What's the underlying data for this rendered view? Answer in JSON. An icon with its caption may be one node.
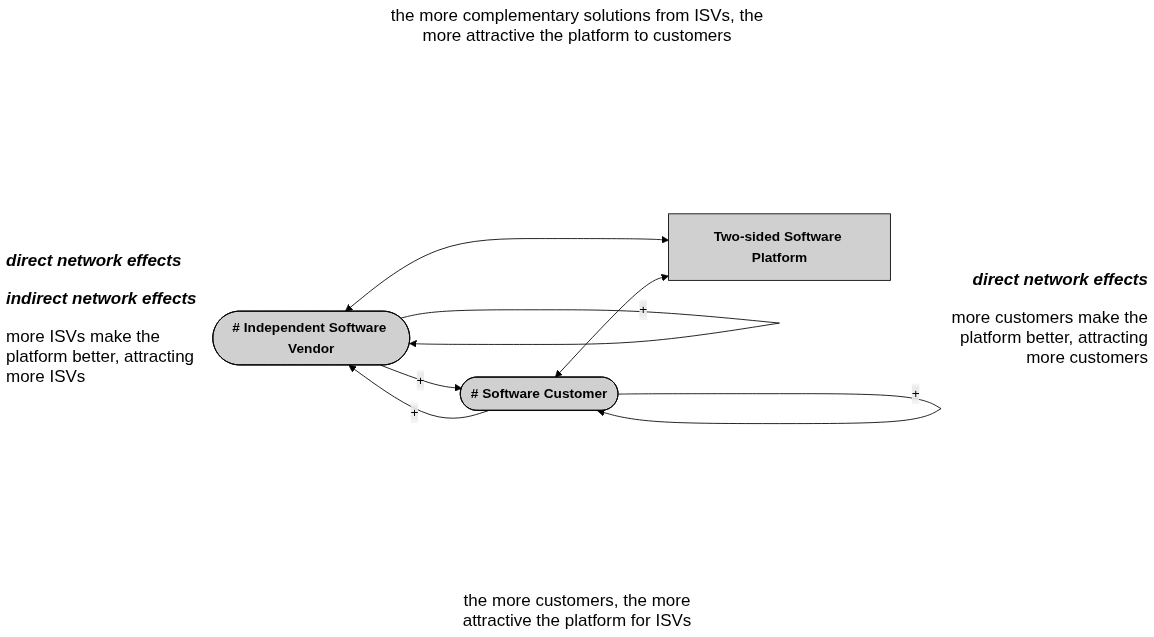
{
  "diagram": {
    "nodes": [
      {
        "text": [
          "# Independent Software Vendor"
        ]
      },
      {
        "text": [
          "# Software Customer"
        ]
      },
      {
        "text": [
          "Two-sided Software Platform"
        ]
      }
    ],
    "edges": [
      {
        "from": 0,
        "to": 0,
        "arrow": "to",
        "label": "+"
      },
      {
        "from": 0,
        "to": 1,
        "arrow": "to",
        "label": "+"
      },
      {
        "from": 1,
        "to": 1,
        "arrow": "to",
        "label": "+"
      },
      {
        "from": 1,
        "to": 0,
        "arrow": "to",
        "label": "+"
      },
      {
        "from": 0,
        "to": 2,
        "arrow": "both"
      },
      {
        "from": 1,
        "to": 2,
        "arrow": "both"
      }
    ],
    "labels": [
      "the more complementary solutions from ISVs, the more attractive the platform to customers",
      "direct network effects",
      "direct network effects",
      "indirect network effects",
      "more ISVs make the platform better, attracting more ISVs",
      "the more customers, the more attractive the platform for ISVs",
      "more customers make the platform better, attracting more customers"
    ]
  }
}
